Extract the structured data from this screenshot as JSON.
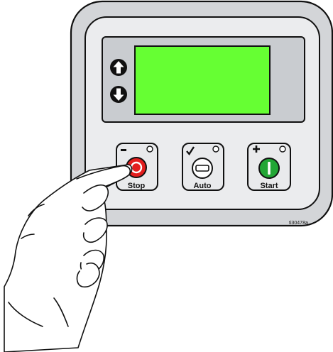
{
  "control_panel": {
    "screen_color": "#66ff33",
    "bezel_color": "#c9ccd0",
    "nav": {
      "up_icon": "arrow-up-circle",
      "down_icon": "arrow-down-circle"
    },
    "buttons": [
      {
        "id": "stop",
        "label": "Stop",
        "symbol": "minus-icon",
        "lens_color": "#e31e1e",
        "lens_icon": "circle-o"
      },
      {
        "id": "auto",
        "label": "Auto",
        "symbol": "check-icon",
        "lens_color": "#ffffff",
        "lens_icon": "bar"
      },
      {
        "id": "start",
        "label": "Start",
        "symbol": "plus-icon",
        "lens_color": "#22a635",
        "lens_icon": "bar-vertical"
      }
    ]
  },
  "figure_id": "ti30478a"
}
